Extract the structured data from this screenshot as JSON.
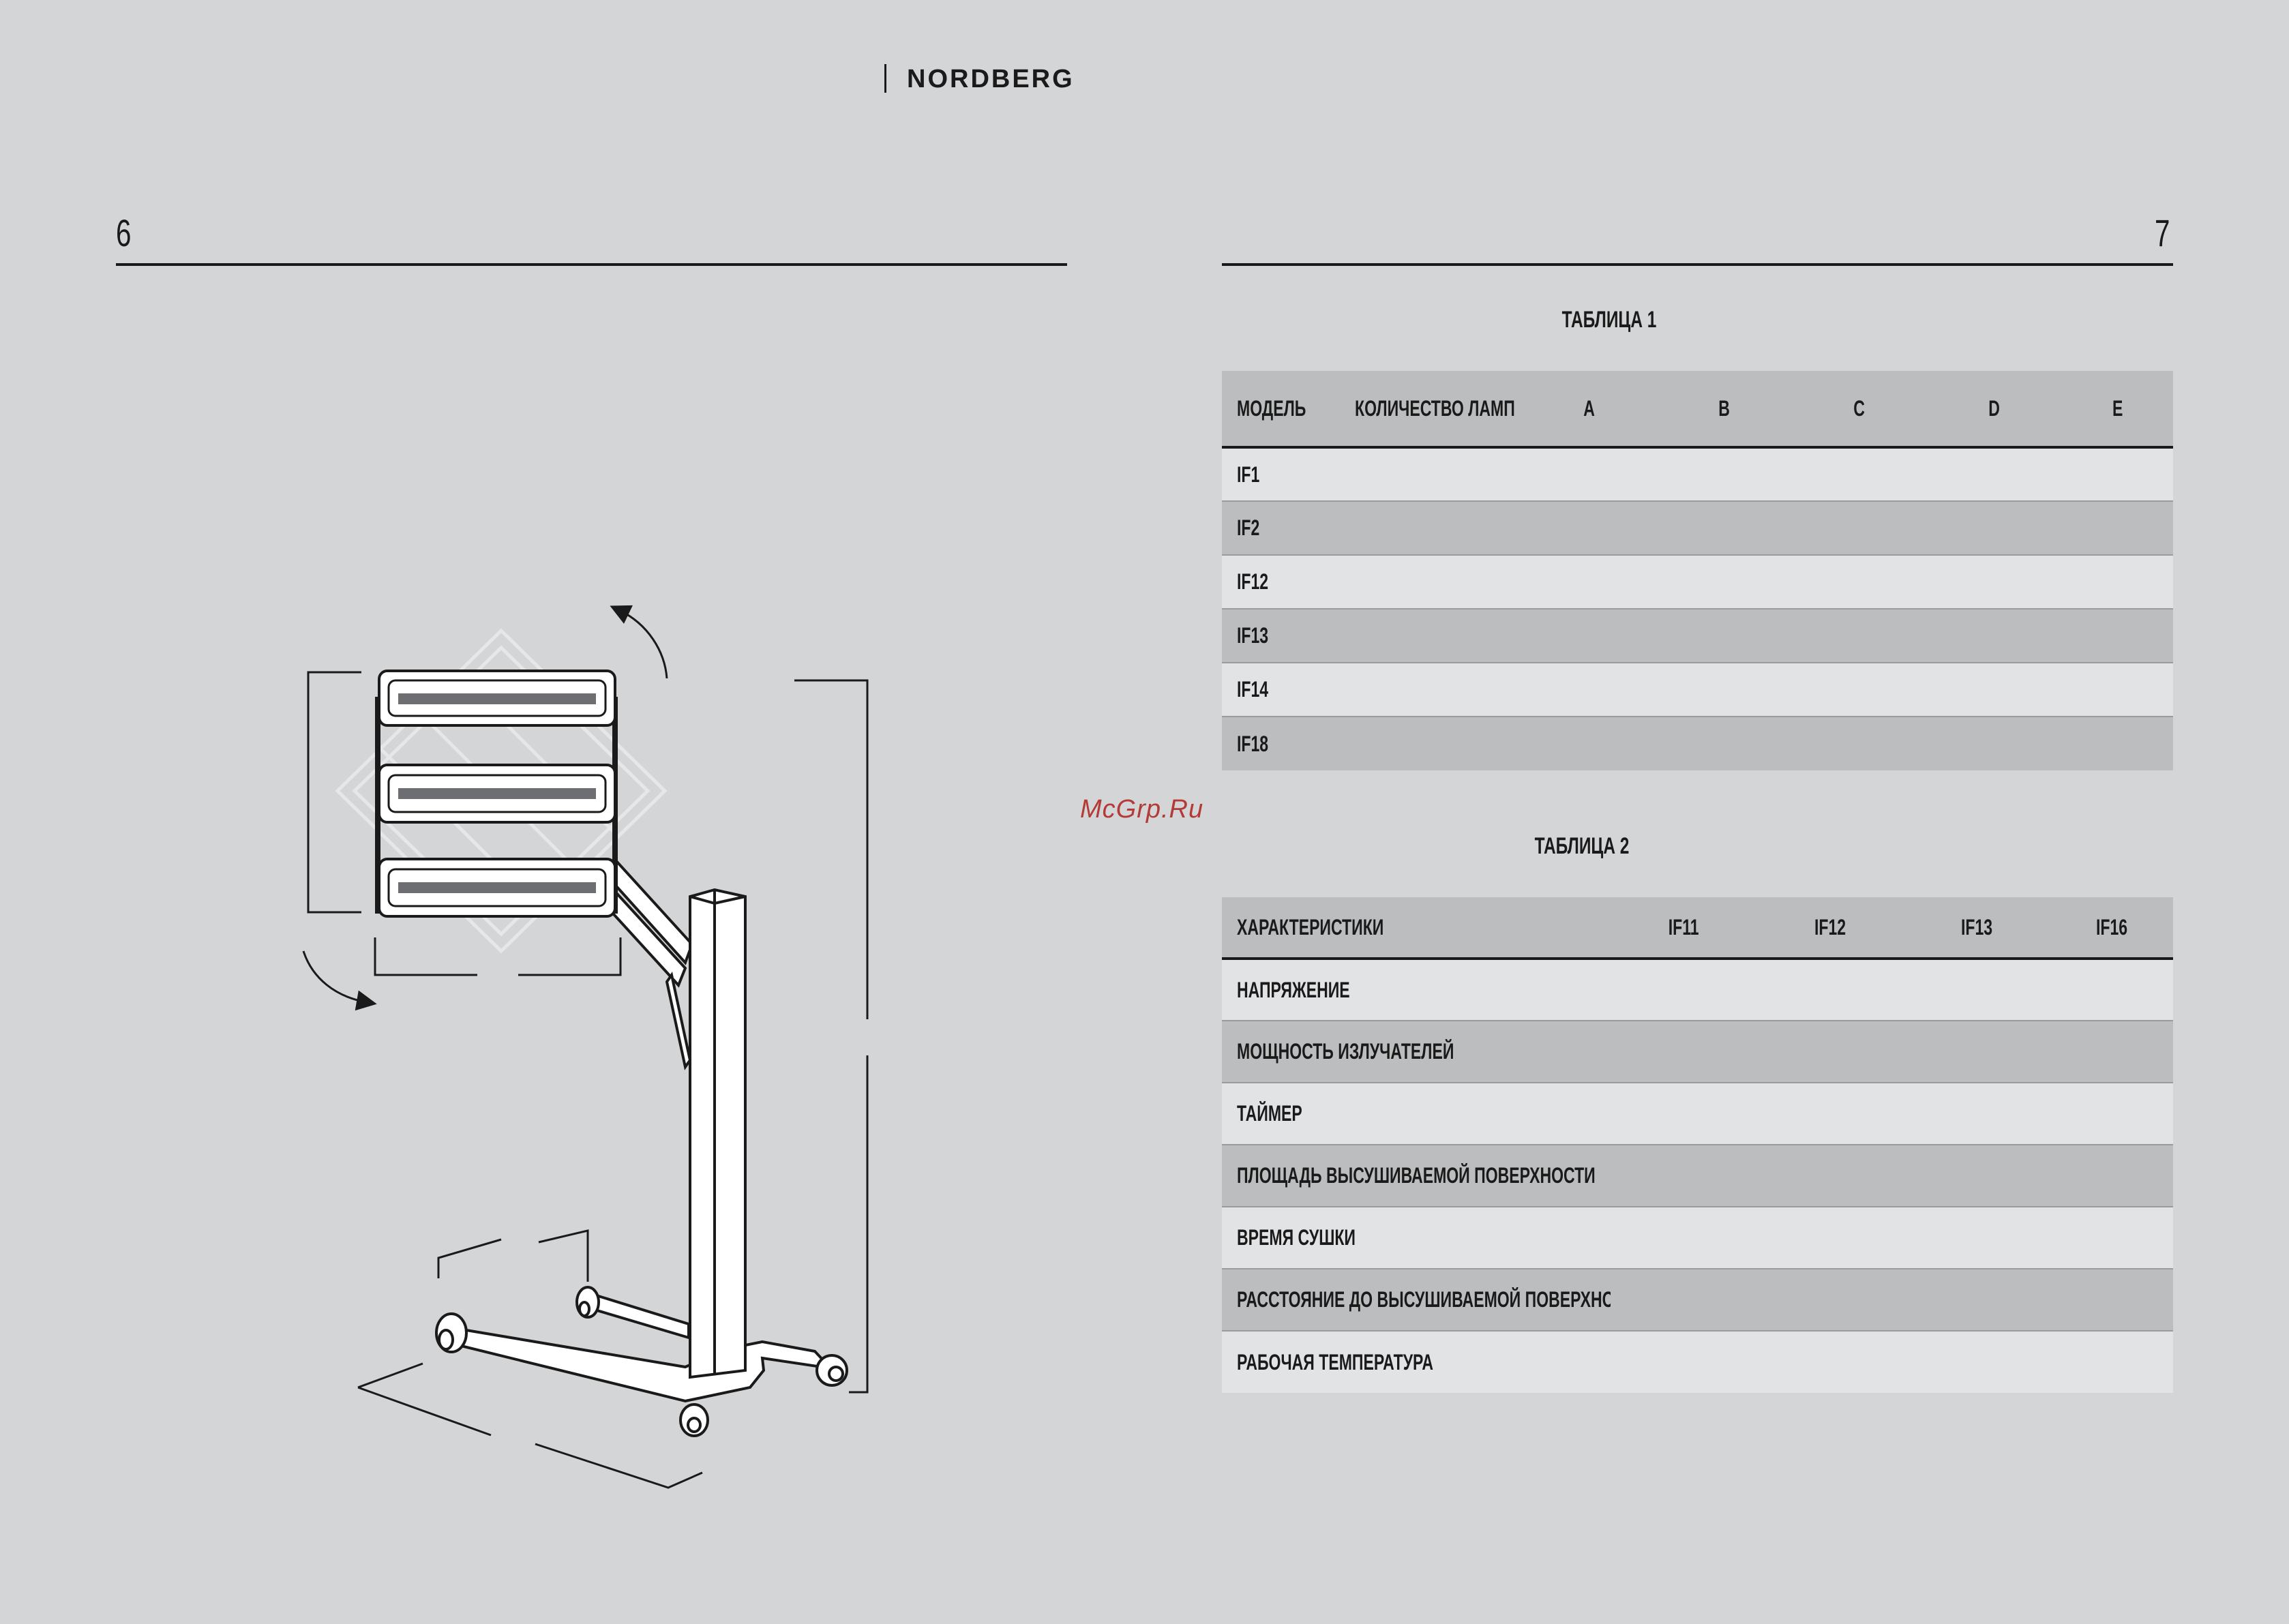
{
  "brand": "NORDBERG",
  "watermark": "McGrp.Ru",
  "pages": {
    "left": "6",
    "right": "7"
  },
  "table1": {
    "caption": "ТАБЛИЦА 1",
    "headers": [
      "МОДЕЛЬ",
      "КОЛИЧЕСТВО ЛАМП",
      "A",
      "B",
      "C",
      "D",
      "E"
    ],
    "rows": [
      "IF1",
      "IF2",
      "IF12",
      "IF13",
      "IF14",
      "IF18"
    ]
  },
  "table2": {
    "caption": "ТАБЛИЦА 2",
    "headers": [
      "ХАРАКТЕРИСТИКИ",
      "IF11",
      "IF12",
      "IF13",
      "IF16"
    ],
    "rows": [
      "НАПРЯЖЕНИЕ",
      "МОЩНОСТЬ ИЗЛУЧАТЕЛЕЙ",
      "ТАЙМЕР",
      "ПЛОЩАДЬ ВЫСУШИВАЕМОЙ ПОВЕРХНОСТИ",
      "ВРЕМЯ СУШКИ",
      "РАССТОЯНИЕ ДО ВЫСУШИВАЕМОЙ ПОВЕРХНОСТИ",
      "РАБОЧАЯ ТЕМПЕРАТУРА"
    ]
  }
}
